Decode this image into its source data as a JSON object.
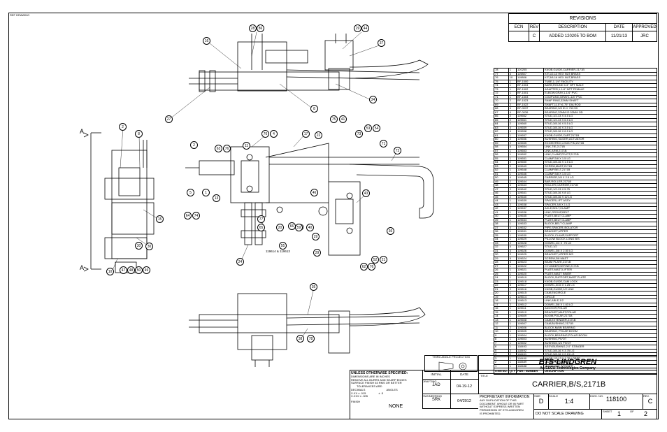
{
  "corner_note": "REF DRAWING",
  "revisions": {
    "title": "REVISIONS",
    "headers": [
      "ECN",
      "REV",
      "DESCRIPTION",
      "DATE",
      "APPROVED"
    ],
    "rows": [
      [
        "",
        "C",
        "ADDED 120205 TO BOM",
        "11/21/13",
        "JRC"
      ]
    ]
  },
  "section_markers": [
    "A",
    "A"
  ],
  "view_note": "119614 & 119613",
  "balloons": [
    "28",
    "86",
    "29",
    "44",
    "16",
    "37",
    "27",
    "8",
    "34",
    "2",
    "8",
    "76",
    "4",
    "17",
    "22",
    "75",
    "41",
    "73",
    "53",
    "54",
    "71",
    "72",
    "2",
    "63",
    "76",
    "11",
    "5",
    "1",
    "13",
    "64",
    "74",
    "15",
    "20",
    "66",
    "59",
    "40",
    "77",
    "65",
    "30",
    "29",
    "43",
    "29",
    "55",
    "24",
    "46",
    "36",
    "62",
    "76",
    "52",
    "21",
    "30",
    "10",
    "47",
    "48",
    "50",
    "49",
    "35",
    "38",
    "78"
  ],
  "bom": {
    "rows": [
      [
        "78",
        "1",
        "120205",
        "KNOB,GUIDE,CARRIER,2171B"
      ],
      [
        "77",
        "4",
        "119807",
        "KIT,1/2-13 HEX NUT,BRASS"
      ],
      [
        "76",
        "10",
        "119806",
        "KIT,3/8-16 HEX NUT,BRASS"
      ],
      [
        "75",
        "1",
        "BF-1500",
        "TUBE,1-1/4\" FACILITY"
      ],
      [
        "74",
        "1",
        "BF-1504",
        "BARB,ROUND 1/4\" NPT MALE"
      ],
      [
        "73",
        "1",
        "BF-1502",
        "ADAPTER,1-1/4\" NPT FEMALE"
      ],
      [
        "72",
        "1",
        "BF-1501",
        "ELBOW,GRAY,1-1/4\" PVC"
      ],
      [
        "71",
        "1",
        "BF-1503",
        "COUPLING,GRAY,1-1/4\" PVC"
      ],
      [
        "70",
        "2",
        "BF-1523",
        "SNAP RING,32MM SHAFT"
      ],
      [
        "69",
        "2",
        "BF-1522",
        "SHAFT,11.5\"x1.75\" DIA ROD"
      ],
      [
        "68",
        "4",
        "BF-0037",
        "BEARING,3/8 ID X 7/8 OD"
      ],
      [
        "67",
        "4",
        "BF-0036",
        "BEARING,32MM ID 52MM OD"
      ],
      [
        "66",
        "2",
        "119662",
        "STUD,1/2-13 X 4.5 LG"
      ],
      [
        "65",
        "2",
        "119661",
        "STUD,1/2-13 X 6.5 LG"
      ],
      [
        "64",
        "2",
        "119660",
        "STUD,3/8-16 X 5.5 LG"
      ],
      [
        "63",
        "4",
        "119659",
        "STUD,3/8-16 X 3.5 LG"
      ],
      [
        "62",
        "4",
        "119658",
        "STUD,3/8-16 X 6.5 LG"
      ],
      [
        "61",
        "1",
        "119657",
        "KNOB,GUIDE,CART,2171B"
      ],
      [
        "60",
        "2",
        "119656",
        "BUSHING,SLIDER,ACTUATOR"
      ],
      [
        "59",
        "2",
        "119655",
        "ECCENTRIC,LONG PIN,2171B"
      ],
      [
        "58",
        "4",
        "119654",
        "LINK,TIE,2171B"
      ],
      [
        "57",
        "1",
        "119653",
        "LINK,ARM,2171B"
      ],
      [
        "56",
        "1",
        "119652",
        "LINK,CLAMP,PIVOT,2171B"
      ],
      [
        "55",
        "1",
        "119651",
        "CLAMP,3/8 X 1.5 LG"
      ],
      [
        "54",
        "2",
        "119650",
        "STUD,3/8-16 X 1.5 LG"
      ],
      [
        "53",
        "2",
        "119649",
        "SCREW,MAST,2171B"
      ],
      [
        "52",
        "1",
        "119648",
        "CLAMP,BELT,2171B"
      ],
      [
        "51",
        "1",
        "119646",
        "CLAMP,3/8 X 1.5 LG"
      ],
      [
        "50",
        "4",
        "119645",
        "CARRIER,3/8 X 2.5 LG"
      ],
      [
        "49",
        "2",
        "119644",
        "BAR,ROLLER,2171B"
      ],
      [
        "48",
        "4",
        "119643",
        "ROLLER,CARRIER,2171B"
      ],
      [
        "47",
        "2",
        "119642",
        "STUD,1/2-13 X 5.75"
      ],
      [
        "46",
        "1",
        "119641",
        "STUD,3/8-16 X 8 LG"
      ],
      [
        "45",
        "2",
        "119640",
        "STUD,3/8-16 X 12 LG"
      ],
      [
        "44",
        "1",
        "119639",
        "SPACER,LIFT ASSY"
      ],
      [
        "43",
        "2",
        "119638",
        "SPACER,3/8 X 1 LG"
      ],
      [
        "42",
        "1",
        "119637",
        "AXLE,BOLT,CLAMP"
      ],
      [
        "41",
        "1",
        "119636",
        "LINK,GROUP,BELT"
      ],
      [
        "40",
        "1",
        "119635",
        "PLATE,BELT CLAMP"
      ],
      [
        "39",
        "1",
        "119634",
        "PLATE,BELT CLAMP"
      ],
      [
        "38",
        "1",
        "119633",
        "BLOCK,BELT CLAMP"
      ],
      [
        "37",
        "4",
        "119632",
        "PIPE,SPACER,ISOLATOR"
      ],
      [
        "36",
        "1",
        "119631",
        "BRACKET,UPPER"
      ],
      [
        "35",
        "1",
        "119630",
        "BLOCK,CLAMP,SUPPORT"
      ],
      [
        "34",
        "1",
        "119629",
        "PILLOW BLOCK LONG B/S"
      ],
      [
        "33",
        "2",
        "119628",
        "DOWEL,1/4 X .75 LG"
      ],
      [
        "32",
        "4",
        "119627",
        "STUD,1/2"
      ],
      [
        "31",
        "4",
        "119626",
        "DOWEL,3/8 X 2.50 LG"
      ],
      [
        "30",
        "2",
        "119625",
        "BRACKET,UPPER B/S"
      ],
      [
        "29",
        "9",
        "119624",
        "SCREW,3/8 MAST"
      ],
      [
        "28",
        "3",
        "119623",
        "BEAM PLATE,2171B"
      ],
      [
        "27",
        "1",
        "119622",
        "CYLINDER,DEFINE,2171B"
      ],
      [
        "26",
        "1",
        "119621",
        "PLATE,MAST,LIFTER"
      ],
      [
        "25",
        "1",
        "119620",
        "PLATE,MAST INNER"
      ],
      [
        "24",
        "1",
        "119619",
        "BLOCK,SUPPORT,MAST PLATE"
      ],
      [
        "23",
        "1",
        "119618",
        "KNOB,GUIDE,CAM LOCK"
      ],
      [
        "22",
        "8",
        "119617",
        "DOWEL,3/16 X 1.25 LG"
      ],
      [
        "21",
        "2",
        "119616",
        "KNOB,GUIDE,1/2 LINK"
      ],
      [
        "20",
        "1",
        "119615",
        "CAM,ENCIRCLE"
      ],
      [
        "19",
        "1",
        "119614",
        "CIRCLE"
      ],
      [
        "18",
        "1",
        "119613",
        "LINK,ABLE,1/2"
      ],
      [
        "17",
        "2",
        "119612",
        "DOWEL,3/8 X 1.63 LG"
      ],
      [
        "16",
        "1",
        "119611",
        "ANCHOR,POLAR"
      ],
      [
        "15",
        "1",
        "119610",
        "BRACKET,MAST,POLAR"
      ],
      [
        "14",
        "1",
        "119609",
        "BOOM,POLAR,2171B"
      ],
      [
        "13",
        "1",
        "119608",
        "CAM,EXTENDER,2171B"
      ],
      [
        "12",
        "1",
        "119607",
        "CAM,BUSHING,2171B"
      ],
      [
        "11",
        "2",
        "119606",
        "BLOCK,MAIN BEARING"
      ],
      [
        "10",
        "1",
        "119605",
        "BEARING, POLAR BOOM"
      ],
      [
        "9",
        "1",
        "119604",
        "BLOCK,BEARING,POLAR BOOM"
      ],
      [
        "8",
        "1",
        "119603",
        "BUSHING,PIVOT"
      ],
      [
        "7",
        "1",
        "119602",
        "BUSHING,3/4 PIVOT"
      ],
      [
        "6",
        "1",
        "118493",
        "ASSY,BUSHING,2.0\" STINGER"
      ],
      [
        "5",
        "2",
        "118492",
        "STUD,3/8-16 X 3.75 LG"
      ],
      [
        "4",
        "2",
        "118491",
        "STUD,3/8-16 X 2.13 LG"
      ],
      [
        "3",
        "1",
        "118490",
        "KNOB,1/2-13 X 1.75 LOBED"
      ],
      [
        "2",
        "1",
        "118489",
        "CLAMP,STINGER"
      ],
      [
        "1",
        "1",
        "118488",
        "MOUNTING,STINGER"
      ]
    ],
    "footer": [
      "ITEM NO.",
      "QTY",
      "PART NUMBER",
      "DESCRIPTION"
    ]
  },
  "title_block": {
    "projection_label": "THIRD ANGLE PROJECTION",
    "spec_title": "UNLESS OTHERWISE SPECIFIED:",
    "spec_lines": [
      "DIMENSIONS ARE IN INCHES",
      "REMOVE ALL BURRS AND SHARP EDGES",
      "SURFACE FINISH 63 RMS OR BETTER",
      "TOLERANCES ARE:"
    ],
    "decimals_label": "DECIMALS",
    "angles_label": "ANGLES",
    "tol_xx": "X.XX  ± .015",
    "tol_xxx": "X.XXX ± .005",
    "tol_angle": "± .5",
    "finish_label": "FINISH",
    "finish_value": "NONE",
    "initial_label": "INITIAL",
    "date_label": "DATE",
    "drafting_label": "DRAFTING",
    "drafting_initial": "JAD",
    "drafting_date": "04-19-12",
    "engineering_label": "ENGINEERING",
    "engineering_initial": "SRK",
    "engineering_date": "04/2012",
    "company": "ETS·LINDGREN",
    "company_sub": "An ESCO Technologies Company",
    "title_label": "TITLE",
    "title": "CARRIER,B/S,2171B",
    "prop_title": "PROPRIETARY INFORMATION",
    "prop_text": [
      "ANY DUPLICATION OF THIS",
      "DOCUMENT, WHOLE OR IN PART",
      "WITHOUT EXPRESS WRITTEN",
      "PERMISSION OF ETS-LINDGREN",
      "IS PROHIBITED."
    ],
    "size_label": "SIZE",
    "size": "D",
    "scale_label": "SCALE",
    "scale": "1:4",
    "dwg_label": "DWG. NO.",
    "dwg_no": "118100",
    "rev_label": "REV.",
    "rev": "C",
    "dnsd": "DO NOT SCALE DRAWING",
    "sheet_label": "SHEET",
    "sheet": "1",
    "of_label": "OF",
    "sheets": "2"
  }
}
